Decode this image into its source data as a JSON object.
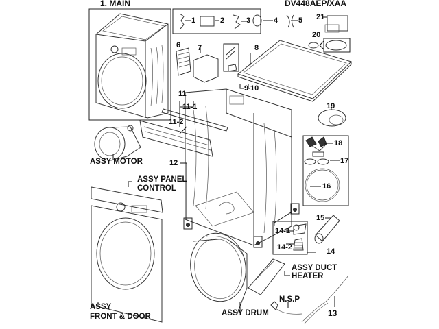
{
  "diagram": {
    "title": "1. MAIN",
    "model": "DV448AEP/XAA",
    "callouts": {
      "c1": "1",
      "c2": "2",
      "c3": "3",
      "c4": "4",
      "c5": "5",
      "c6": "6",
      "c7": "7",
      "c8": "8",
      "c9": "9",
      "c10": "10",
      "c11": "11",
      "c11_1": "11-1",
      "c11_2": "11-2",
      "c12": "12",
      "c13": "13",
      "c14": "14",
      "c14_1": "14-1",
      "c14_2": "14-2",
      "c15": "15",
      "c16": "16",
      "c17": "17",
      "c18": "18",
      "c19": "19",
      "c20": "20",
      "c21": "21"
    },
    "assemblies": {
      "motor": "ASSY MOTOR",
      "panel_control_1": "ASSY PANEL",
      "panel_control_2": "CONTROL",
      "front_door_1": "ASSY",
      "front_door_2": "FRONT & DOOR",
      "drum": "ASSY DRUM",
      "duct_heater_1": "ASSY DUCT",
      "duct_heater_2": "HEATER",
      "nsp": "N.S.P"
    }
  }
}
